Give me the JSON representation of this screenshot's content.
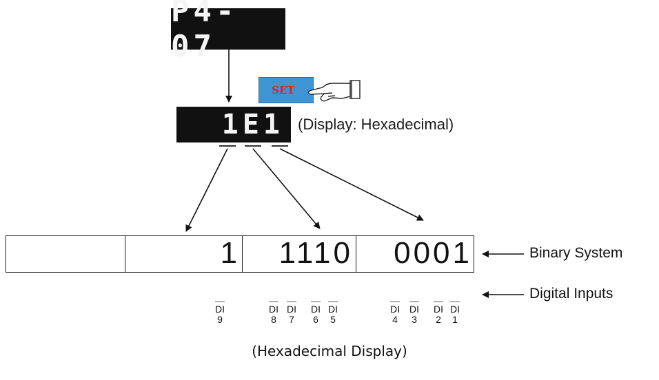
{
  "param_display": "P4-07",
  "set_button_label": "SET",
  "value_display": "1E1",
  "display_note": "(Display: Hexadecimal)",
  "binary_groups": [
    {
      "bits": "",
      "digits": []
    },
    {
      "bits": "1",
      "digits": [
        "9"
      ]
    },
    {
      "bits": "1110",
      "digits": [
        "8",
        "7",
        "6",
        "5"
      ]
    },
    {
      "bits": "0001",
      "digits": [
        "4",
        "3",
        "2",
        "1"
      ]
    }
  ],
  "di_prefix": "DI",
  "binary_label": "Binary System",
  "digital_inputs_label": "Digital Inputs",
  "caption": "(Hexadecimal Display)"
}
